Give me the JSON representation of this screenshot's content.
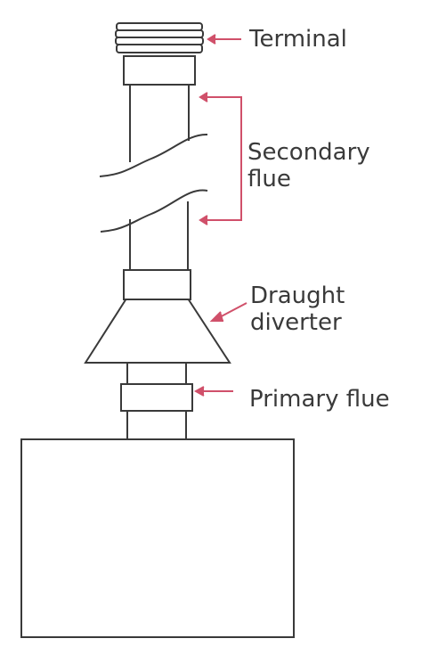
{
  "labels": {
    "terminal": "Terminal",
    "secondary_flue_line1": "Secondary",
    "secondary_flue_line2": "flue",
    "draught_diverter_line1": "Draught",
    "draught_diverter_line2": "diverter",
    "primary_flue": "Primary flue"
  },
  "colors": {
    "outline": "#3a3a3a",
    "pointer": "#d0506a",
    "background": "#ffffff"
  }
}
